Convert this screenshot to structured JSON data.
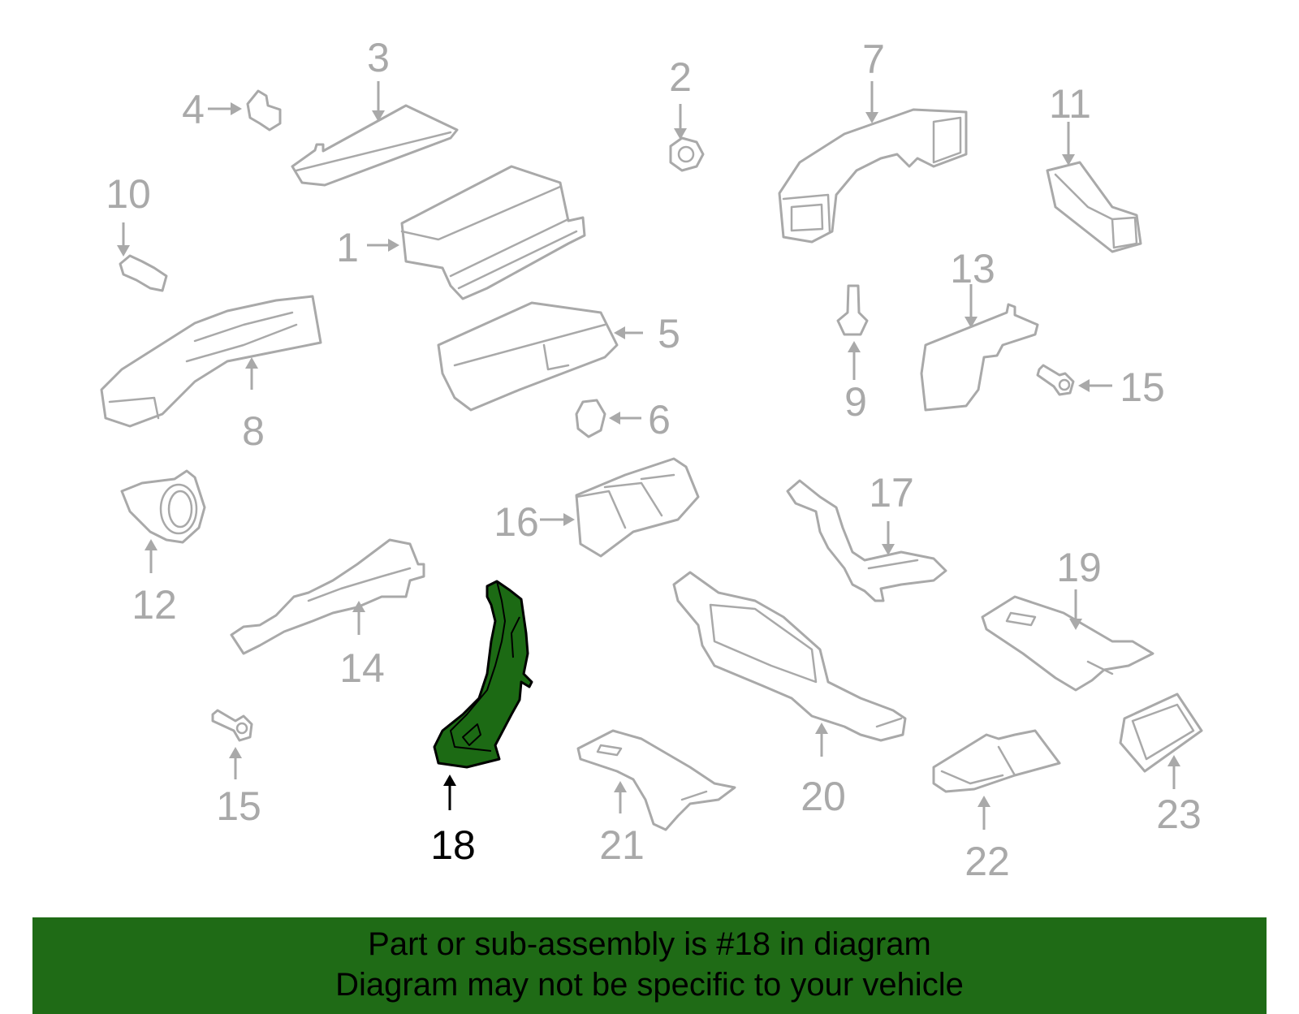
{
  "diagram": {
    "highlighted_part": "18",
    "part_numbers": [
      "1",
      "2",
      "3",
      "4",
      "5",
      "6",
      "7",
      "8",
      "9",
      "10",
      "11",
      "12",
      "13",
      "14",
      "15",
      "15",
      "16",
      "17",
      "18",
      "19",
      "20",
      "21",
      "22",
      "23"
    ],
    "highlight_color": "#1c6a14",
    "part_color": "#a9a9a9"
  },
  "banner": {
    "line1": "Part or sub-assembly is #18 in diagram",
    "line2": "Diagram may not be specific to your vehicle",
    "background": "#1f6b16"
  }
}
